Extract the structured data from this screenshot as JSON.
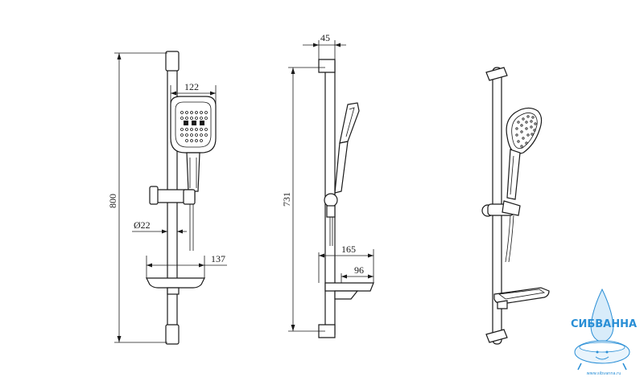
{
  "dimensions": {
    "front_total_height": "800",
    "head_width": "122",
    "rail_diameter": "Ø22",
    "shelf_width": "137",
    "side_offset": "45",
    "side_length": "731",
    "side_shelf_depth": "165",
    "side_shelf_inner": "96"
  },
  "logo": {
    "brand": "СИБВАННА",
    "url": "www.sibvanna.ru",
    "color": "#2a8fd6"
  }
}
